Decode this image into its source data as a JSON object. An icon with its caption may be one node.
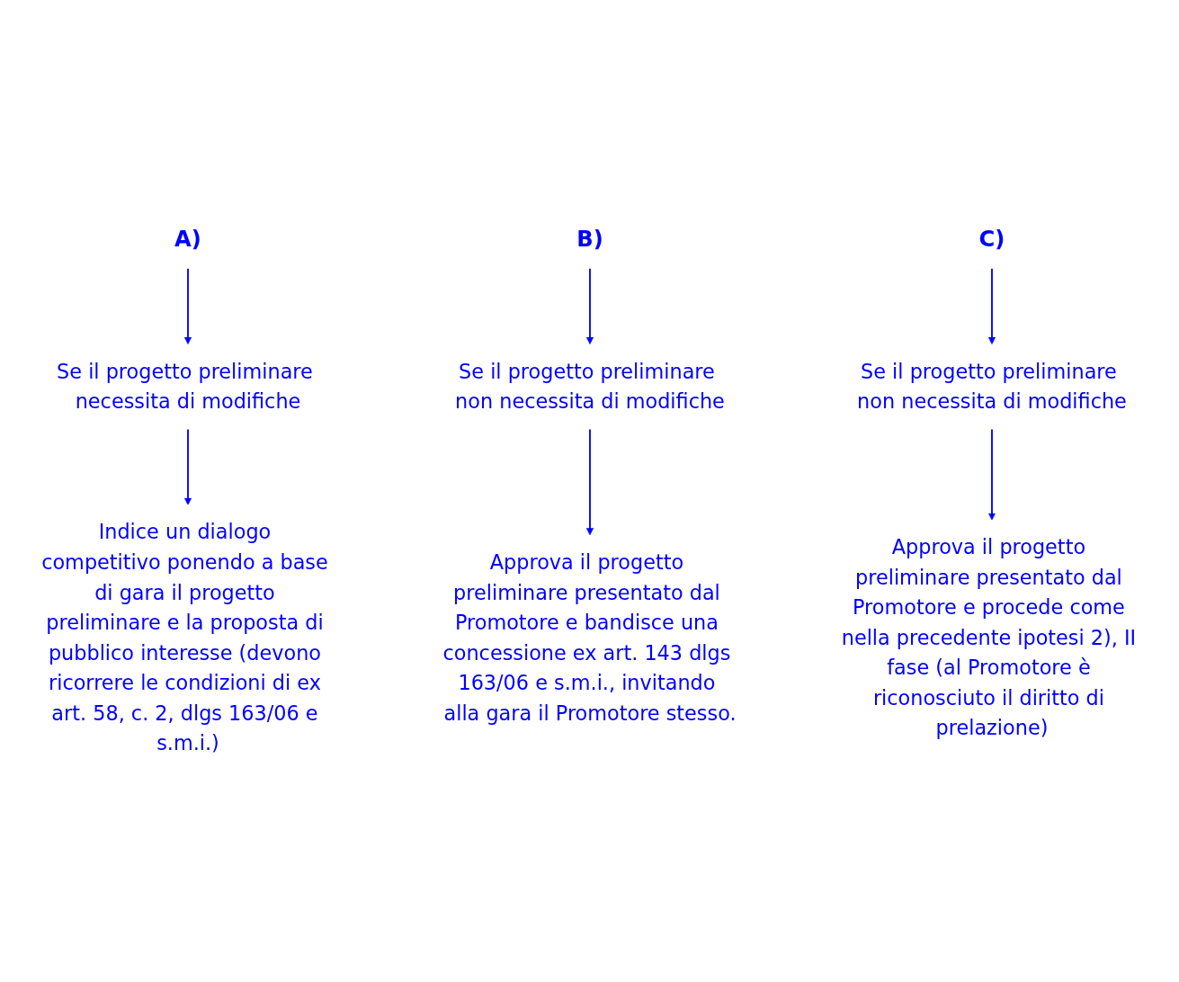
{
  "diagram": {
    "nodes": [
      {
        "text": [
          "A)"
        ]
      },
      {
        "text": [
          "B)"
        ]
      },
      {
        "text": [
          "C)"
        ]
      },
      {
        "text": [
          "Se il progetto preliminare necessita di modifiche"
        ]
      },
      {
        "text": [
          "Se il progetto preliminare non necessita di modifiche"
        ]
      },
      {
        "text": [
          "Se il progetto preliminare non necessita di modifiche"
        ]
      },
      {
        "text": [
          "Indice un dialogo competitivo ponendo a base di gara il progetto preliminare e la proposta di pubblico interesse (devono ricorrere le condizioni di ex art. 58, c. 2, dlgs 163/06 e s.m.i.)"
        ]
      },
      {
        "text": [
          "Approva il progetto preliminare presentato dal Promotore e bandisce una concessione ex art. 143 dlgs 163/06 e s.m.i., invitando alla gara il Promotore stesso."
        ]
      },
      {
        "text": [
          "Approva il progetto preliminare presentato dal Promotore e procede come nella precedente ipotesi 2), II fase (al Promotore è riconosciuto il diritto di prelazione)"
        ]
      }
    ],
    "edges": [
      {
        "from": 0,
        "to": 3,
        "arrow": "to"
      },
      {
        "from": 3,
        "to": 6,
        "arrow": "to"
      },
      {
        "from": 1,
        "to": 4,
        "arrow": "to"
      },
      {
        "from": 4,
        "to": 7,
        "arrow": "to"
      },
      {
        "from": 2,
        "to": 5,
        "arrow": "to"
      },
      {
        "from": 5,
        "to": 8,
        "arrow": "to"
      }
    ]
  }
}
